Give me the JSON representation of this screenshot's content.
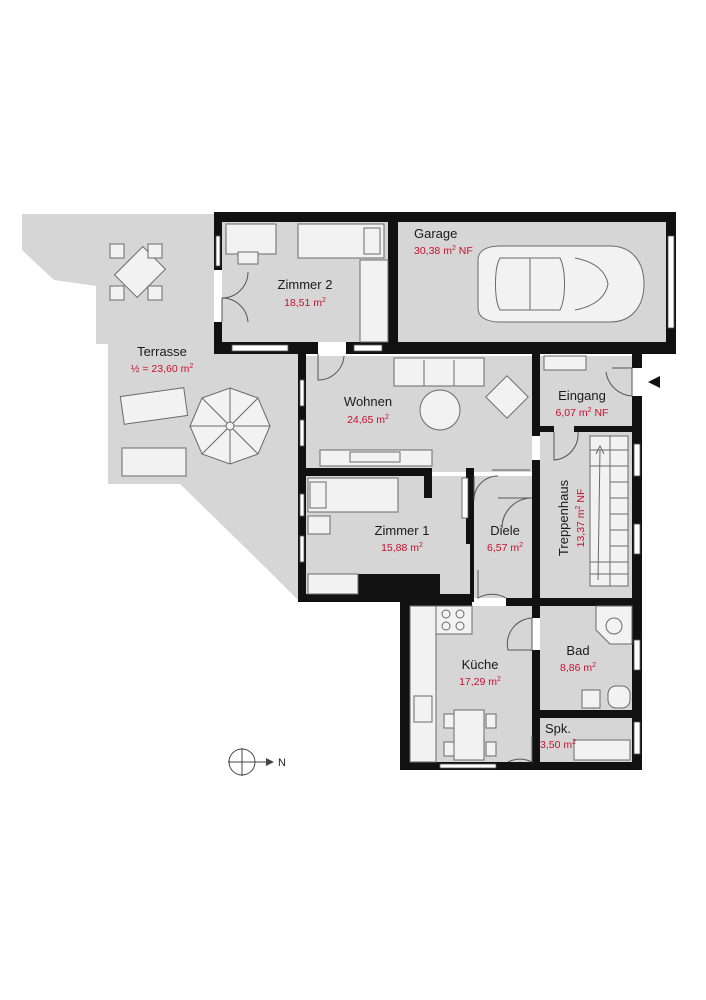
{
  "rooms": {
    "garage": {
      "name": "Garage",
      "area": "30,38 m",
      "sup": "2",
      "suffix": " NF"
    },
    "zimmer2": {
      "name": "Zimmer 2",
      "area": "18,51 m",
      "sup": "2",
      "suffix": ""
    },
    "terrasse": {
      "name": "Terrasse",
      "area": "½ = 23,60 m",
      "sup": "2",
      "suffix": ""
    },
    "wohnen": {
      "name": "Wohnen",
      "area": "24,65 m",
      "sup": "2",
      "suffix": ""
    },
    "eingang": {
      "name": "Eingang",
      "area": "6,07 m",
      "sup": "2",
      "suffix": " NF"
    },
    "treppenhaus": {
      "name": "Treppenhaus",
      "area": "13,37 m",
      "sup": "2",
      "suffix": " NF"
    },
    "zimmer1": {
      "name": "Zimmer 1",
      "area": "15,88 m",
      "sup": "2",
      "suffix": ""
    },
    "diele": {
      "name": "Diele",
      "area": "6,57 m",
      "sup": "2",
      "suffix": ""
    },
    "kueche": {
      "name": "Küche",
      "area": "17,29 m",
      "sup": "2",
      "suffix": ""
    },
    "bad": {
      "name": "Bad",
      "area": "8,86 m",
      "sup": "2",
      "suffix": ""
    },
    "spk": {
      "name": "Spk.",
      "area": "3,50 m",
      "sup": "2",
      "suffix": ""
    }
  },
  "compass": {
    "label": "N"
  },
  "colors": {
    "area_text": "#c8102e",
    "wall": "#111111",
    "floor": "#d6d6d6"
  },
  "icons": [
    "entrance-arrow-icon",
    "compass-icon",
    "car-icon",
    "umbrella-icon"
  ]
}
